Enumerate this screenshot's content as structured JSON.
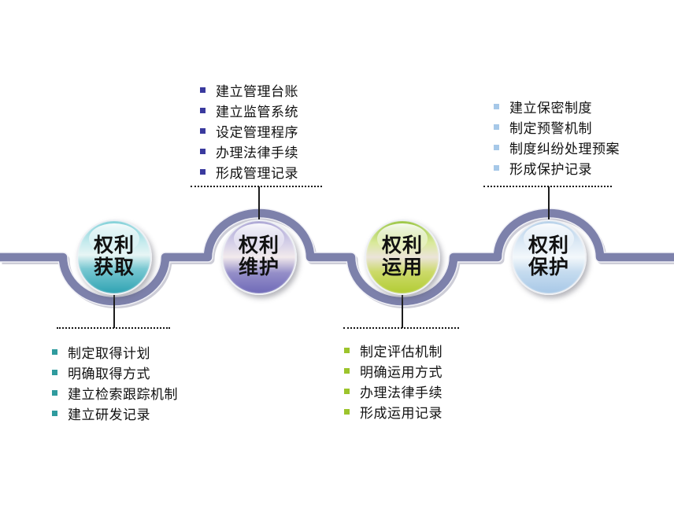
{
  "timeline": {
    "ribbon_color": "#7D81AB",
    "nodes": [
      {
        "id": "acquire",
        "title_line1": "权利",
        "title_line2": "获取",
        "accent_color": "#2F9B9E",
        "circle_top_color": "#7ECFD7",
        "circle_bottom_color": "#2FA3B3",
        "list_position": "below",
        "items": [
          "制定取得计划",
          "明确取得方式",
          "建立检索跟踪机制",
          "建立研发记录"
        ]
      },
      {
        "id": "maintain",
        "title_line1": "权利",
        "title_line2": "维护",
        "accent_color": "#3A3A9E",
        "circle_top_color": "#A9A3D3",
        "circle_bottom_color": "#6F6AB8",
        "list_position": "above",
        "items": [
          "建立管理台账",
          "建立监管系统",
          "设定管理程序",
          "办理法律手续",
          "形成管理记录"
        ]
      },
      {
        "id": "apply",
        "title_line1": "权利",
        "title_line2": "运用",
        "accent_color": "#9CC42C",
        "circle_top_color": "#97C43C",
        "circle_bottom_color": "#B2CC34",
        "list_position": "below",
        "items": [
          "制定评估机制",
          "明确运用方式",
          "办理法律手续",
          "形成运用记录"
        ]
      },
      {
        "id": "protect",
        "title_line1": "权利",
        "title_line2": "保护",
        "accent_color": "#A6C8E8",
        "circle_top_color": "#B5D0E9",
        "circle_bottom_color": "#A8C8E7",
        "list_position": "above",
        "items": [
          "建立保密制度",
          "制定预警机制",
          "制度纠纷处理预案",
          "形成保护记录"
        ]
      }
    ]
  }
}
